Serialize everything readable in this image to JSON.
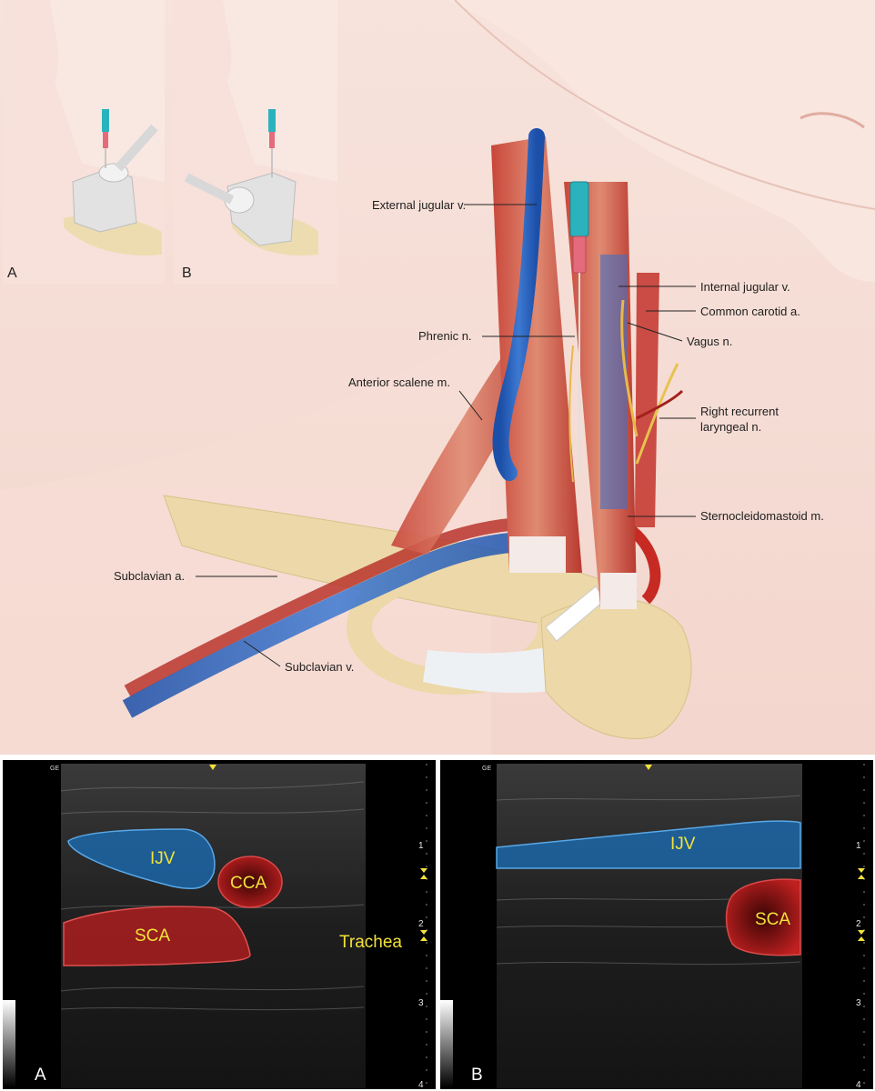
{
  "inset_panels": {
    "a_letter": "A",
    "b_letter": "B"
  },
  "anatomy_labels": {
    "external_jugular": "External jugular v.",
    "internal_jugular": "Internal jugular v.",
    "common_carotid": "Common carotid a.",
    "vagus": "Vagus n.",
    "phrenic": "Phrenic n.",
    "anterior_scalene": "Anterior scalene m.",
    "recurrent_laryngeal_line1": "Right recurrent",
    "recurrent_laryngeal_line2": "laryngeal n.",
    "sternocleidomastoid": "Sternocleidomastoid m.",
    "subclavian_artery": "Subclavian a.",
    "subclavian_vein": "Subclavian v."
  },
  "ultrasound_a": {
    "letter": "A",
    "brand": "GE",
    "ijv": "IJV",
    "cca": "CCA",
    "sca": "SCA",
    "trachea": "Trachea",
    "depth_ticks": [
      "1",
      "2",
      "3",
      "4"
    ]
  },
  "ultrasound_b": {
    "letter": "B",
    "brand": "GE",
    "ijv": "IJV",
    "sca": "SCA",
    "depth_ticks": [
      "1",
      "2",
      "3",
      "4"
    ]
  },
  "colors": {
    "vein_overlay": "#1a6fb8",
    "artery_overlay": "#b41e1e",
    "us_text": "#f2e23a",
    "skin": "#f6ddd6"
  }
}
